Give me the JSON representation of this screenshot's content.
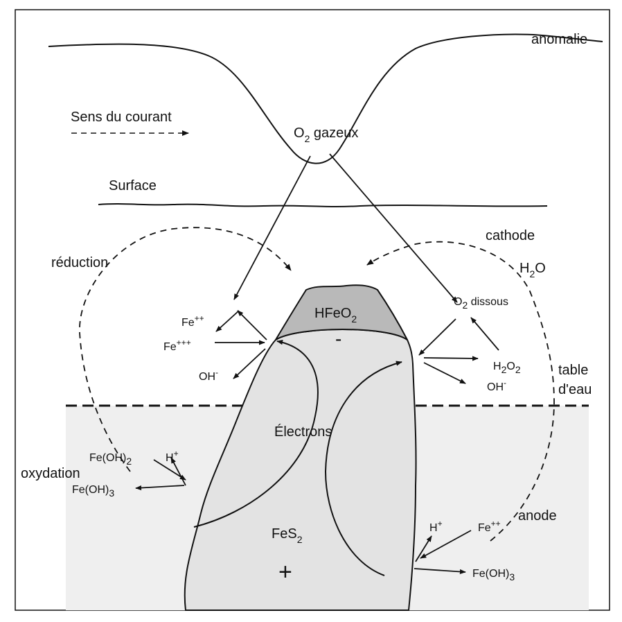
{
  "labels": {
    "anomaly": "anomalie",
    "current_direction": "Sens du courant",
    "gas": {
      "pre": "O",
      "sub": "2",
      "post": " gazeux"
    },
    "surface": "Surface",
    "cathode": "cathode",
    "reduction": "réduction",
    "water": {
      "pre": "H",
      "sub": "2",
      "post": "O"
    },
    "o2_dissolved": {
      "pre": "O",
      "sub": "2",
      "post": " dissous"
    },
    "water_table_line1": "table",
    "water_table_line2": "d'eau",
    "oxidation": "oxydation",
    "anode": "anode",
    "electrons": "Électrons",
    "hfeo2": {
      "pre": "HFeO",
      "sub": "2"
    },
    "minus_sign": "-",
    "fes2": {
      "pre": "FeS",
      "sub": "2"
    },
    "plus_sign": "+"
  },
  "species": {
    "fe2_left": {
      "pre": "Fe",
      "sup": "++"
    },
    "fe3_left": {
      "pre": "Fe",
      "sup": "+++"
    },
    "oh_left": {
      "pre": "OH",
      "sup": "-"
    },
    "h2o2_right": {
      "pre": "H",
      "sub": "2",
      "mid": "O",
      "sub2": "2"
    },
    "oh_right": {
      "pre": "OH",
      "sup": "-"
    },
    "h_left": {
      "pre": "H",
      "sup": "+"
    },
    "feoh2_left": {
      "pre": "Fe(OH)",
      "sub": "2"
    },
    "feoh3_left": {
      "pre": "Fe(OH)",
      "sub": "3"
    },
    "h_right": {
      "pre": "H",
      "sup": "+"
    },
    "fe2_right": {
      "pre": "Fe",
      "sup": "++"
    },
    "feoh3_right": {
      "pre": "Fe(OH)",
      "sub": "3"
    }
  },
  "colors": {
    "frame": "#111111",
    "groundwater_fill": "#efefef",
    "ore_body": "#e3e3e3",
    "cap_zone": "#b9b9b9",
    "ink": "#111111"
  }
}
